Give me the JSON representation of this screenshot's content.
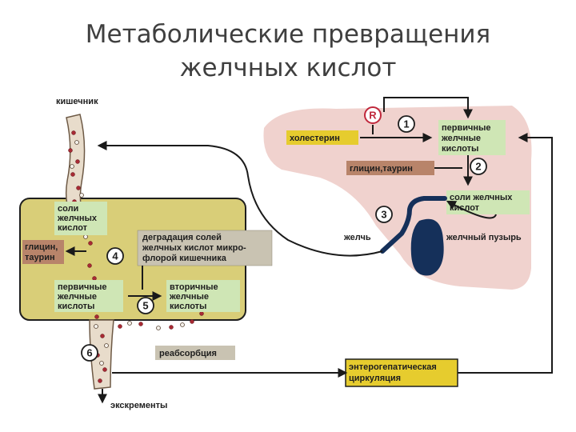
{
  "title": {
    "line1": "Метаболические превращения",
    "line2": "желчных кислот"
  },
  "colors": {
    "liver": "#f0d2ce",
    "intestine_box": "#d9ce78",
    "label_green": "#cfe6b5",
    "label_brown": "#b8846a",
    "label_yellow": "#e6cc2e",
    "regulation_red": "#c0283c",
    "gallbladder": "#15305a",
    "arrow": "#1a1a1a"
  },
  "labels": {
    "intestine": "кишечник",
    "bile_salts_line1": "соли",
    "bile_salts_line2": "желчных",
    "bile_salts_line3": "кислот",
    "glycine_taurine_int_line1": "глицин,",
    "glycine_taurine_int_line2": "таурин",
    "degradation_line1": "деградация солей",
    "degradation_line2": "желчных кислот микро-",
    "degradation_line3": "флорой кишечника",
    "primary_int_line1": "первичные",
    "primary_int_line2": "желчные",
    "primary_int_line3": "кислоты",
    "secondary_line1": "вторичные",
    "secondary_line2": "желчные",
    "secondary_line3": "кислоты",
    "reabsorption": "реабсорбция",
    "excrement": "экскременты",
    "cholesterol": "холестерин",
    "primary_liver_line1": "первичные",
    "primary_liver_line2": "желчные",
    "primary_liver_line3": "кислоты",
    "glycine_taurine_liver": "глицин,таурин",
    "bile_salts_liver_line1": "соли желчных",
    "bile_salts_liver_line2": "кислот",
    "bile": "желчь",
    "gallbladder": "желчный пузырь",
    "enterohepatic_line1": "энтерогепатическая",
    "enterohepatic_line2": "циркуляция",
    "regulation": "R"
  },
  "steps": [
    "1",
    "2",
    "3",
    "4",
    "5",
    "6"
  ]
}
